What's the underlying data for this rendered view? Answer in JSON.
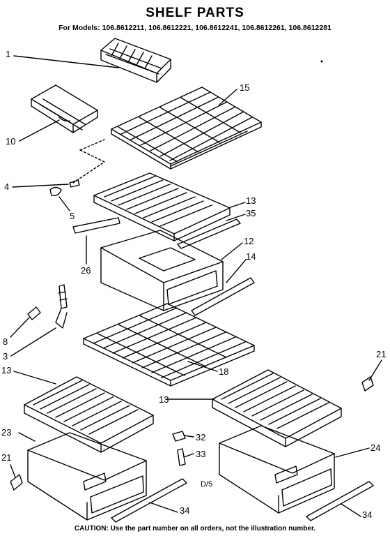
{
  "title": "SHELF PARTS",
  "models_line": "For Models: 106.8612211, 106.8612221, 106.8612241, 106.8612261, 106.8612281",
  "caution": "CAUTION: Use the part number on all orders, not the illustration number.",
  "drawing_code": "D/5",
  "callouts": [
    "1",
    "15",
    "10",
    "4",
    "5",
    "13",
    "35",
    "12",
    "14",
    "26",
    "8",
    "3",
    "18",
    "21",
    "13",
    "13",
    "23",
    "32",
    "33",
    "24",
    "21",
    "34",
    "34"
  ],
  "parts": [
    "ice-cube-tray",
    "egg-rack",
    "wire-shelf",
    "glass-shelf",
    "crisper-drawer",
    "shelf-support",
    "trim-strip",
    "clip",
    "bracket"
  ]
}
